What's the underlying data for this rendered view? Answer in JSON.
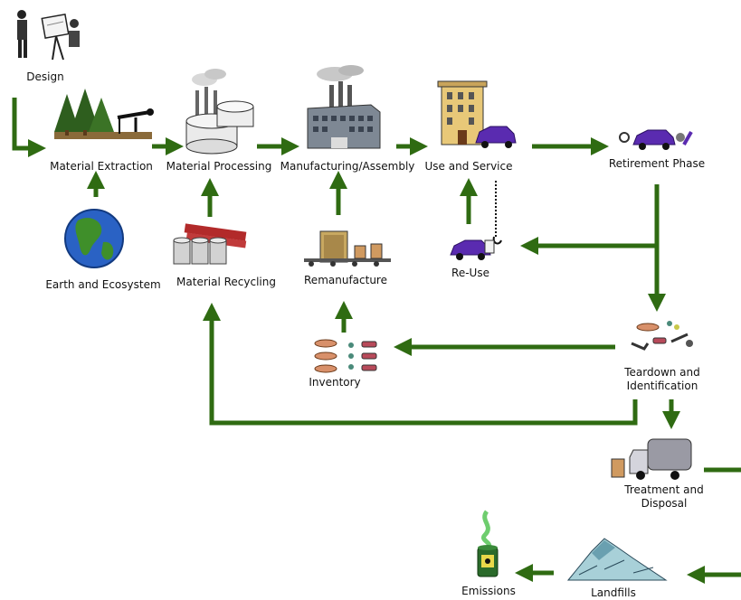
{
  "nodes": {
    "design": "Design",
    "material_extraction": "Material Extraction",
    "material_processing": "Material Processing",
    "manufacturing": "Manufacturing/Assembly",
    "use_service": "Use and Service",
    "retirement": "Retirement Phase",
    "earth": "Earth and Ecosystem",
    "recycling": "Material Recycling",
    "remanufacture": "Remanufacture",
    "reuse": "Re-Use",
    "inventory": "Inventory",
    "teardown": "Teardown and Identification",
    "treatment": "Treatment and Disposal",
    "landfills": "Landfills",
    "emissions": "Emissions"
  },
  "colors": {
    "arrow": "#2f6b12",
    "car": "#5a2bb0",
    "tree": "#2e5e1e",
    "earth_blue": "#2a62c4",
    "earth_green": "#3f8f2a"
  }
}
